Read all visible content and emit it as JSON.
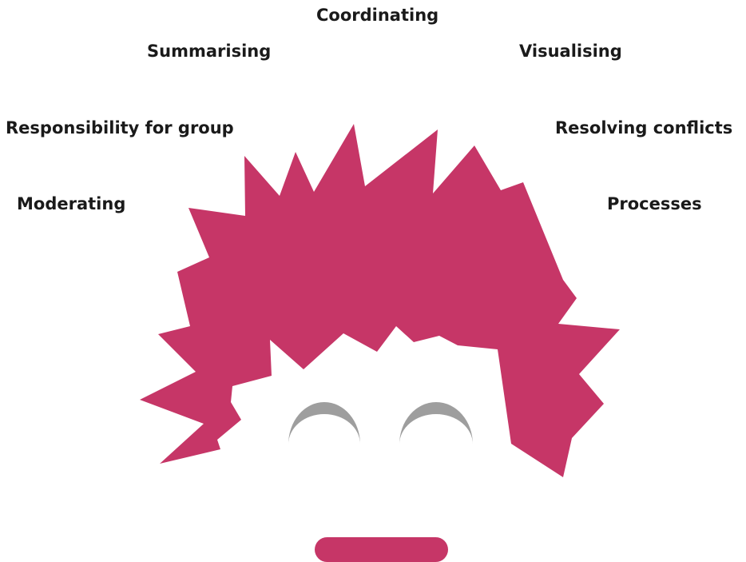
{
  "labels": {
    "coordinating": "Coordinating",
    "summarising": "Summarising",
    "visualising": "Visualising",
    "responsibility": "Responsibility for group",
    "resolving": "Resolving conflicts",
    "moderating": "Moderating",
    "processes": "Processes"
  },
  "colors": {
    "hair": "#c63667",
    "eyes": "#9e9e9e",
    "mouth": "#c63667",
    "text": "#1a1a1a",
    "background": "#ffffff"
  },
  "icons": {
    "hair": "spiky-hair-shape",
    "eyes": "closed-happy-eye-crescents",
    "mouth": "pill-mouth"
  }
}
